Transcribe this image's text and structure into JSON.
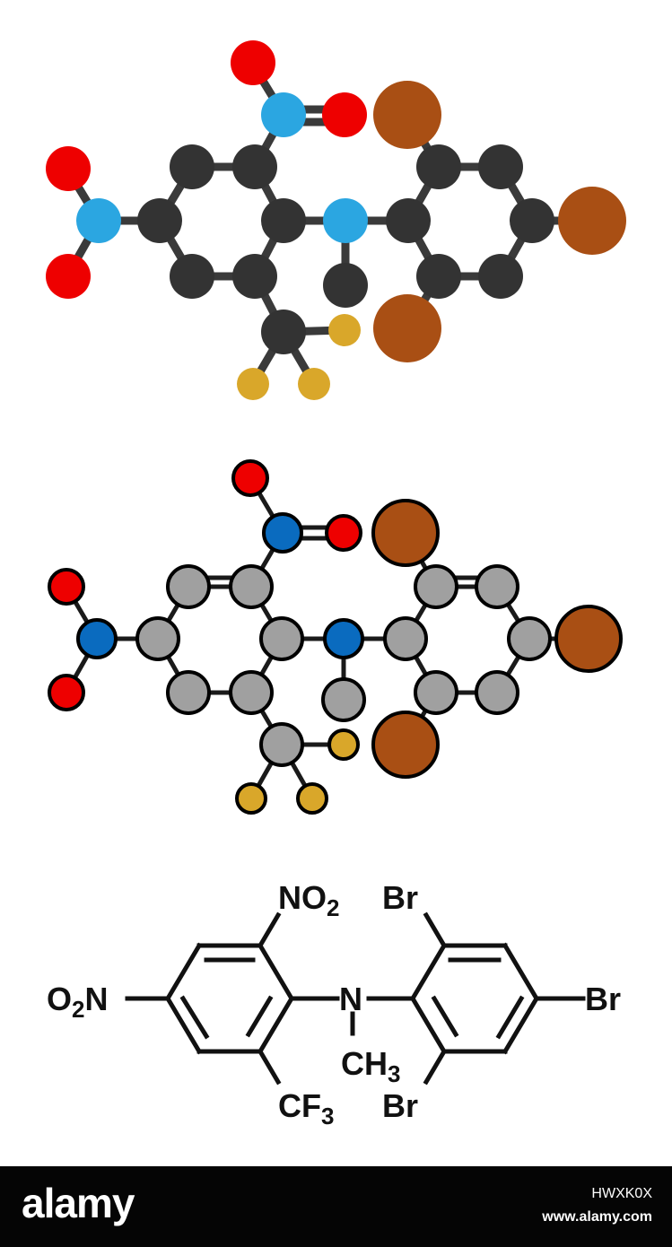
{
  "colors": {
    "carbon_dark": "#333333",
    "carbon_grey": "#a0a0a0",
    "nitrogen_light": "#2ba6e1",
    "nitrogen": "#0a6bbf",
    "oxygen": "#ee0000",
    "bromine": "#a94f14",
    "fluorine": "#d9a72a",
    "footer_bg": "#050505"
  },
  "structure": {
    "labels": {
      "no2_top": "NO",
      "no2_top_sub": "2",
      "o2n_left_o": "O",
      "o2n_left_sub": "2",
      "o2n_left_n": "N",
      "n_center": "N",
      "ch3": "CH",
      "ch3_sub": "3",
      "cf3": "CF",
      "cf3_sub": "3",
      "br_top": "Br",
      "br_right": "Br",
      "br_bottom": "Br"
    }
  },
  "footer": {
    "brand": "alamy",
    "image_id": "HWXK0X",
    "site": "www.alamy.com"
  }
}
